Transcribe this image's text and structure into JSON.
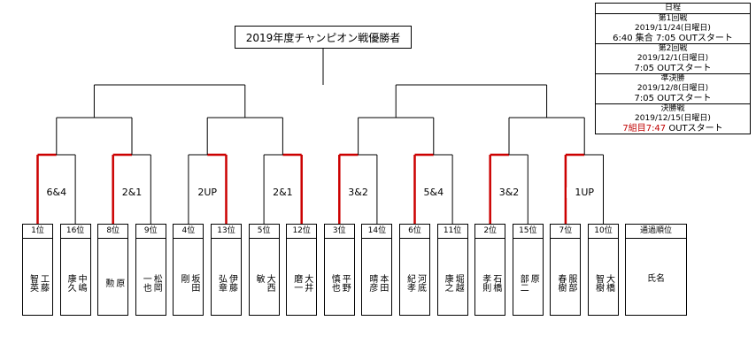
{
  "title": "2019年度チャンピオン戦優勝者",
  "colors": {
    "line": "#000000",
    "winner": "#cc0000"
  },
  "scores": [
    "6&4",
    "2&1",
    "2UP",
    "2&1",
    "3&2",
    "5&4",
    "3&2",
    "1UP"
  ],
  "players": [
    {
      "rank": "1位",
      "name": "工藤\n\n智英"
    },
    {
      "rank": "16位",
      "name": "中嶋\n\n康久"
    },
    {
      "rank": "8位",
      "name": "原\n\n勲"
    },
    {
      "rank": "9位",
      "name": "松岡\n\n一也"
    },
    {
      "rank": "4位",
      "name": "坂田\n\n剛"
    },
    {
      "rank": "13位",
      "name": "伊藤\n\n弘章"
    },
    {
      "rank": "5位",
      "name": "大西\n\n敏"
    },
    {
      "rank": "12位",
      "name": "大井\n\n磨一"
    },
    {
      "rank": "3位",
      "name": "平野\n\n慎也"
    },
    {
      "rank": "14位",
      "name": "本田\n\n晴彦"
    },
    {
      "rank": "6位",
      "name": "河底\n\n紀孝"
    },
    {
      "rank": "11位",
      "name": "堀越\n\n康之"
    },
    {
      "rank": "2位",
      "name": "石橋\n\n孝則"
    },
    {
      "rank": "15位",
      "name": "原\n\n部二"
    },
    {
      "rank": "7位",
      "name": "服部\n\n春樹"
    },
    {
      "rank": "10位",
      "name": "大橋\n\n智樹"
    }
  ],
  "winners": [
    0,
    0,
    1,
    1,
    0,
    0,
    0,
    0
  ],
  "seed": {
    "header": "通過順位",
    "label": "氏名"
  },
  "schedule": {
    "header": "日程",
    "rounds": [
      {
        "name": "第1回戦",
        "date": "2019/11/24(日曜日)",
        "time": "6:40 集合 7:05 OUTスタート",
        "time_red": ""
      },
      {
        "name": "第2回戦",
        "date": "2019/12/1(日曜日)",
        "time": "7:05 OUTスタート",
        "time_red": ""
      },
      {
        "name": "準決勝",
        "date": "2019/12/8(日曜日)",
        "time": "7:05 OUTスタート",
        "time_red": ""
      },
      {
        "name": "決勝戦",
        "date": "2019/12/15(日曜日)",
        "time": " OUTスタート",
        "time_red": "7組目7:47"
      }
    ]
  }
}
